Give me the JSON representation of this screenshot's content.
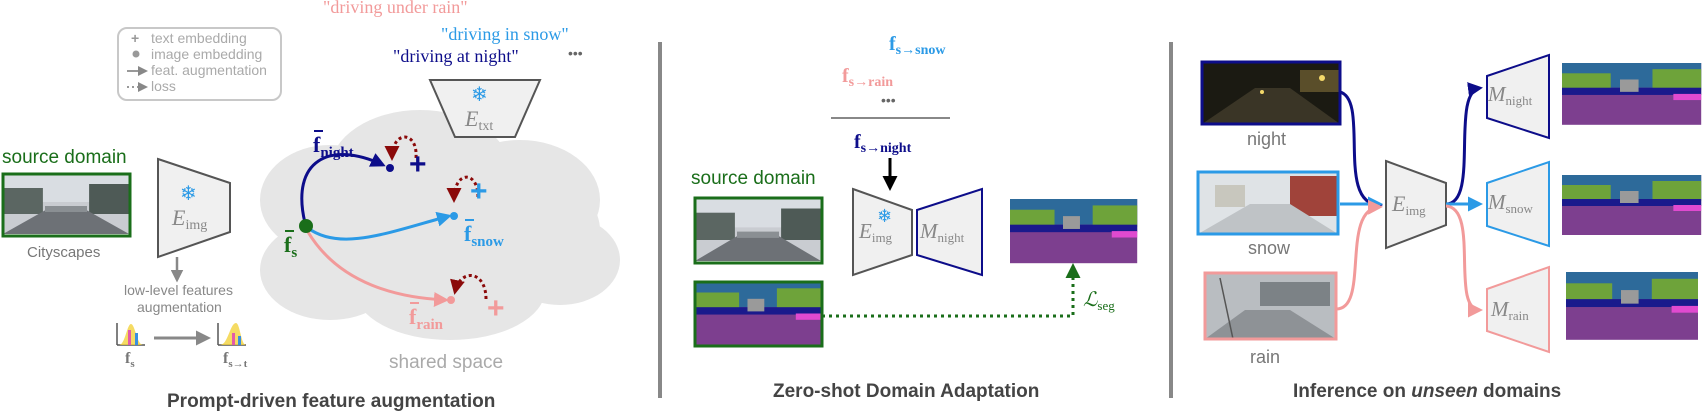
{
  "colors": {
    "green": "#1a6e1a",
    "dark_blue": "#0d0d8a",
    "light_blue": "#2b9ae6",
    "pink": "#f29a9a",
    "dark_red": "#8b0a0a",
    "gray": "#888888",
    "light_gray": "#e6e6e6",
    "seg_purple": "#7d3f8f",
    "seg_green": "#6ea33a",
    "seg_navy": "#1a1a8c"
  },
  "panel1": {
    "prompts": {
      "rain": "\"driving under rain\"",
      "snow": "\"driving in snow\"",
      "night": "\"driving at night\"",
      "more": "•••"
    },
    "legend": {
      "text_embedding": "text embedding",
      "image_embedding": "image embedding",
      "feat_augmentation": "feat. augmentation",
      "loss": "loss"
    },
    "text_encoder_label": "E",
    "text_encoder_sub": "txt",
    "image_encoder_label": "E",
    "image_encoder_sub": "img",
    "source_domain": "source domain",
    "source_caption": "Cityscapes",
    "lowlevel_line1": "low-level features",
    "lowlevel_line2": "augmentation",
    "f_base": "f",
    "f_sub_s": "s",
    "f_sub_st": "s→t",
    "f_night_sub": "night",
    "f_snow_sub": "snow",
    "f_rain_sub": "rain",
    "plus": "+",
    "shared_space": "shared space",
    "title": "Prompt-driven feature augmentation"
  },
  "panel2": {
    "f_snow_sub": "s→snow",
    "f_rain_sub": "s→rain",
    "f_night_sub": "s→night",
    "more": "•••",
    "source_domain": "source domain",
    "encoder_label": "E",
    "encoder_sub": "img",
    "decoder_label": "M",
    "decoder_sub": "night",
    "loss_label": "ℒ",
    "loss_sub": "seg",
    "title": "Zero-shot Domain Adaptation"
  },
  "panel3": {
    "night_caption": "night",
    "snow_caption": "snow",
    "rain_caption": "rain",
    "encoder_label": "E",
    "encoder_sub": "img",
    "decoder_label": "M",
    "decoder_night_sub": "night",
    "decoder_snow_sub": "snow",
    "decoder_rain_sub": "rain",
    "title_part1": "Inference on ",
    "title_italic": "unseen",
    "title_part2": " domains"
  },
  "icons": [
    "snowflake-icon",
    "plus-icon",
    "arrow-icon",
    "dotted-arrow-icon"
  ]
}
